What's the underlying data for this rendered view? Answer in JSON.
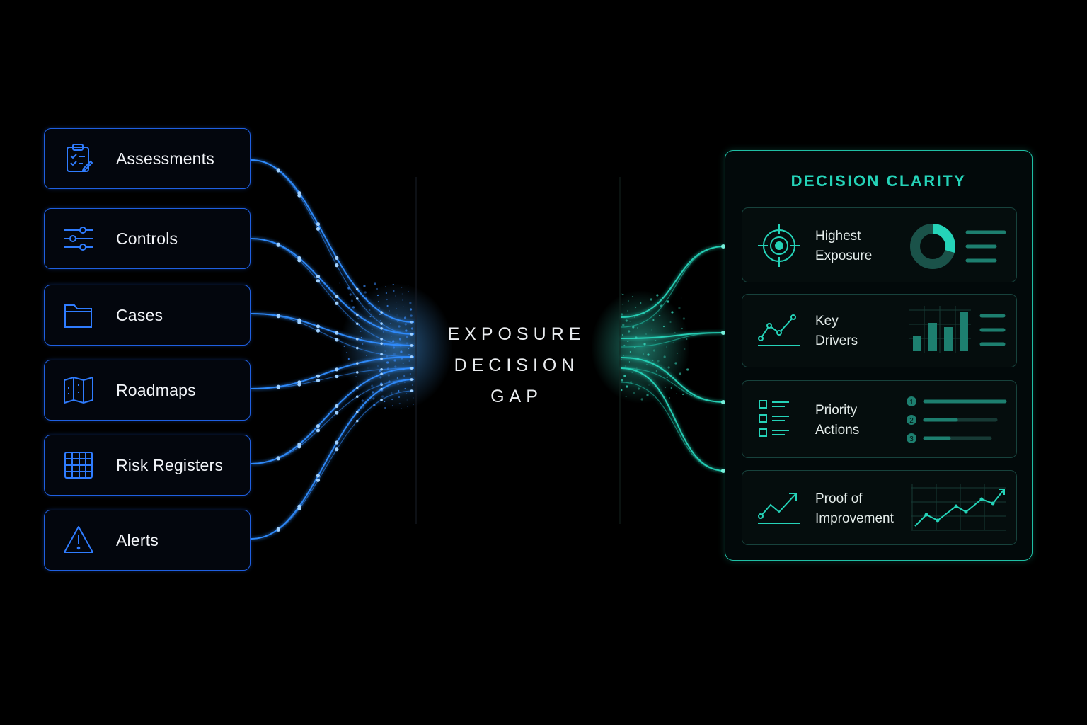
{
  "sources": [
    {
      "label": "Assessments",
      "icon": "clipboard-check-icon"
    },
    {
      "label": "Controls",
      "icon": "sliders-icon"
    },
    {
      "label": "Cases",
      "icon": "folder-icon"
    },
    {
      "label": "Roadmaps",
      "icon": "map-icon"
    },
    {
      "label": "Risk Registers",
      "icon": "grid-table-icon"
    },
    {
      "label": "Alerts",
      "icon": "warning-triangle-icon"
    }
  ],
  "gap": {
    "line1": "EXPOSURE",
    "line2": "DECISION",
    "line3": "GAP"
  },
  "panel": {
    "title": "DECISION CLARITY",
    "items": [
      {
        "line1": "Highest",
        "line2": "Exposure",
        "icon": "target-icon",
        "viz": "donut-chart"
      },
      {
        "line1": "Key",
        "line2": "Drivers",
        "icon": "line-trend-icon",
        "viz": "bar-chart"
      },
      {
        "line1": "Priority",
        "line2": "Actions",
        "icon": "checklist-icon",
        "viz": "ranked-list",
        "ranks": [
          "1",
          "2",
          "3"
        ]
      },
      {
        "line1": "Proof of",
        "line2": "Improvement",
        "icon": "trend-up-arrow-icon",
        "viz": "line-chart"
      }
    ]
  },
  "colors": {
    "source_blue": "#1f5fe0",
    "flow_blue": "#2f8cff",
    "teal": "#25d3b8",
    "background": "#000000"
  }
}
